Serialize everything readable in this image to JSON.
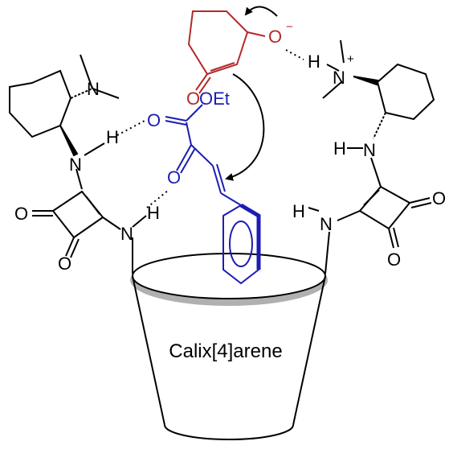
{
  "cup_label": "Calix[4]arene",
  "atoms": {
    "N": "N",
    "H": "H",
    "O": "O",
    "OEt": "OEt",
    "plus": "+",
    "minus": "−"
  },
  "colors": {
    "black": "#000000",
    "enolate": "#b22a2a",
    "substrate": "#1c1cb4",
    "cup_fill": "#b0b0b0"
  }
}
